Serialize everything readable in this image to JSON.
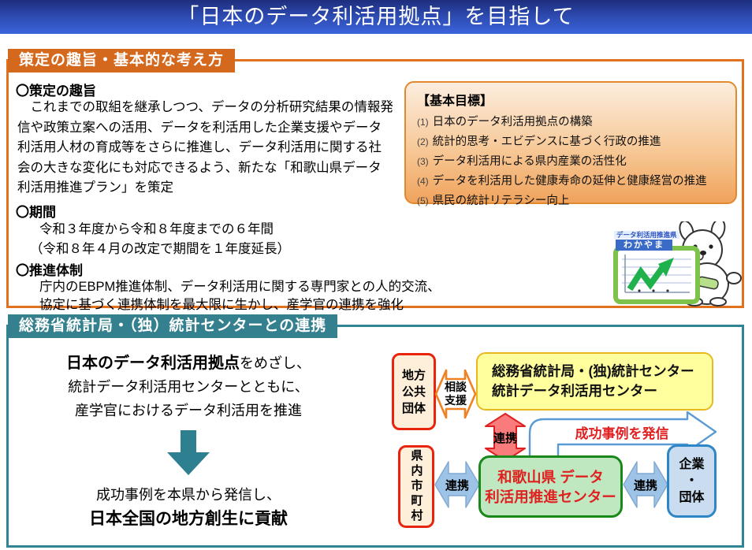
{
  "title": "「日本のデータ利活用拠点」を目指して",
  "section1": {
    "header": "策定の趣旨・基本的な考え方",
    "purpose": {
      "heading": "〇策定の趣旨",
      "body": "　これまでの取組を継承しつつ、データの分析研究結果の情報発信や政策立案への活用、データを利活用した企業支援やデータ利活用人材の育成等をさらに推進し、データ利活用に関する社会の大きな変化にも対応できるよう、新たな「和歌山県データ利活用推進プラン」を策定"
    },
    "period": {
      "heading": "〇期間",
      "line1": "令和３年度から令和８年度までの６年間",
      "line2": "（令和８年４月の改定で期間を１年度延長）"
    },
    "framework": {
      "heading": "〇推進体制",
      "line1": "庁内のEBPM推進体制、データ利活用に関する専門家との人的交流、",
      "line2": "協定に基づく連携体制を最大限に生かし、産学官の連携を強化"
    },
    "goals": {
      "title": "【基本目標】",
      "items": [
        {
          "num": "(1)",
          "text": "日本のデータ利活用拠点の構築"
        },
        {
          "num": "(2)",
          "text": "統計的思考・エビデンスに基づく行政の推進"
        },
        {
          "num": "(3)",
          "text": "データ利活用による県内産業の活性化"
        },
        {
          "num": "(4)",
          "text": "データを利活用した健康寿命の延伸と健康経営の推進"
        },
        {
          "num": "(5)",
          "text": "県民の統計リテラシー向上"
        }
      ]
    },
    "mascot": {
      "label_top": "データ利活用推進県",
      "label_bottom": "わかやま"
    }
  },
  "section2": {
    "header": "総務省統計局・（独）統計センターとの連携",
    "lead": {
      "bold": "日本のデータ利活用拠点",
      "rest": "をめざし、",
      "line2": "統計データ利活用センターとともに、",
      "line3": "産学官におけるデータ利活用を推進"
    },
    "outcome": {
      "line1": "成功事例を本県から発信し、",
      "line2": "日本全国の地方創生に貢献"
    },
    "diagram": {
      "local_gov": {
        "line1": "地方",
        "line2": "公共",
        "line3": "団体"
      },
      "consult": {
        "line1": "相談",
        "line2": "支援"
      },
      "stat_center": {
        "line1": "総務省統計局・(独)統計センター",
        "line2": "統計データ利活用センター"
      },
      "link_top": "連携",
      "success": "成功事例を発信",
      "municipalities": "県内市町村",
      "wakayama": {
        "line1": "和歌山県 データ",
        "line2": "利活用推進センター"
      },
      "link_left": "連携",
      "link_right": "連携",
      "companies": {
        "line1": "企業",
        "line2": "・",
        "line3": "団体"
      }
    }
  },
  "colors": {
    "title_gradient_top": "#1d2d7c",
    "title_gradient_bottom": "#3c64dc",
    "section1_accent": "#e2711d",
    "section2_accent": "#2f8596",
    "goal_box_fill": "#f0a35c",
    "stat_center_fill": "#ffff9e",
    "wakayama_fill": "#c0e8c0",
    "wakayama_text": "#e02020",
    "companies_fill": "#c9dcf0",
    "cream_fill": "#fdefd9",
    "red_border": "#e8240e",
    "blue_arrow": "#9dc3e6",
    "red_arrow": "#f97b7b",
    "teal_arrow": "#2e7f90"
  }
}
